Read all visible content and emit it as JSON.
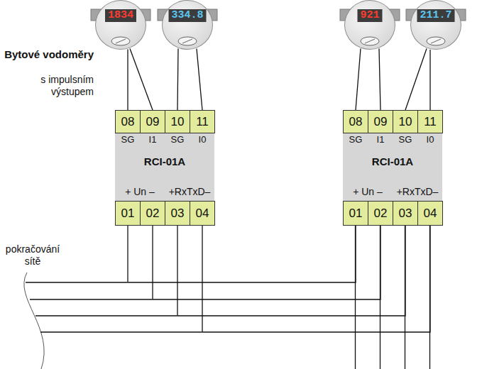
{
  "diagram": {
    "nodes": [
      {
        "text": [
          "1834"
        ]
      },
      {
        "text": [
          "334.8"
        ]
      },
      {
        "text": [
          "921"
        ]
      },
      {
        "text": [
          "211.7"
        ]
      },
      {
        "text": [
          "RCI-01A"
        ]
      },
      {
        "text": [
          "08",
          "SG"
        ],
        "in": 4
      },
      {
        "text": [
          "09",
          "I1"
        ],
        "in": 4
      },
      {
        "text": [
          "10",
          "SG"
        ],
        "in": 4
      },
      {
        "text": [
          "11",
          "I0"
        ],
        "in": 4
      },
      {
        "text": [
          "01"
        ],
        "in": 4
      },
      {
        "text": [
          "02"
        ],
        "in": 4
      },
      {
        "text": [
          "03"
        ],
        "in": 4
      },
      {
        "text": [
          "04"
        ],
        "in": 4
      },
      {
        "text": [
          "RCI-01A"
        ]
      },
      {
        "text": [
          "08",
          "SG"
        ],
        "in": 13
      },
      {
        "text": [
          "09",
          "I1"
        ],
        "in": 13
      },
      {
        "text": [
          "10",
          "SG"
        ],
        "in": 13
      },
      {
        "text": [
          "11",
          "I0"
        ],
        "in": 13
      },
      {
        "text": [
          "01"
        ],
        "in": 13
      },
      {
        "text": [
          "02"
        ],
        "in": 13
      },
      {
        "text": [
          "03"
        ],
        "in": 13
      },
      {
        "text": [
          "04"
        ],
        "in": 13
      }
    ],
    "edges": [
      {
        "from": 0,
        "to": 5,
        "arrow": "none"
      },
      {
        "from": 0,
        "to": 6,
        "arrow": "none"
      },
      {
        "from": 1,
        "to": 7,
        "arrow": "none"
      },
      {
        "from": 1,
        "to": 8,
        "arrow": "none"
      },
      {
        "from": 2,
        "to": 14,
        "arrow": "none"
      },
      {
        "from": 2,
        "to": 15,
        "arrow": "none"
      },
      {
        "from": 3,
        "to": 16,
        "arrow": "none"
      },
      {
        "from": 3,
        "to": 17,
        "arrow": "none"
      },
      {
        "from": 9,
        "to": 18,
        "arrow": "none"
      },
      {
        "from": 10,
        "to": 19,
        "arrow": "none"
      },
      {
        "from": 11,
        "to": 20,
        "arrow": "none"
      },
      {
        "from": 12,
        "to": 21,
        "arrow": "none"
      }
    ],
    "labels": [
      "Bytové vodoměry",
      "s impulsním výstupem",
      "+ Un –",
      "+RxTxD–",
      "+ Un –",
      "+RxTxD–",
      "pokračování sítě"
    ]
  }
}
